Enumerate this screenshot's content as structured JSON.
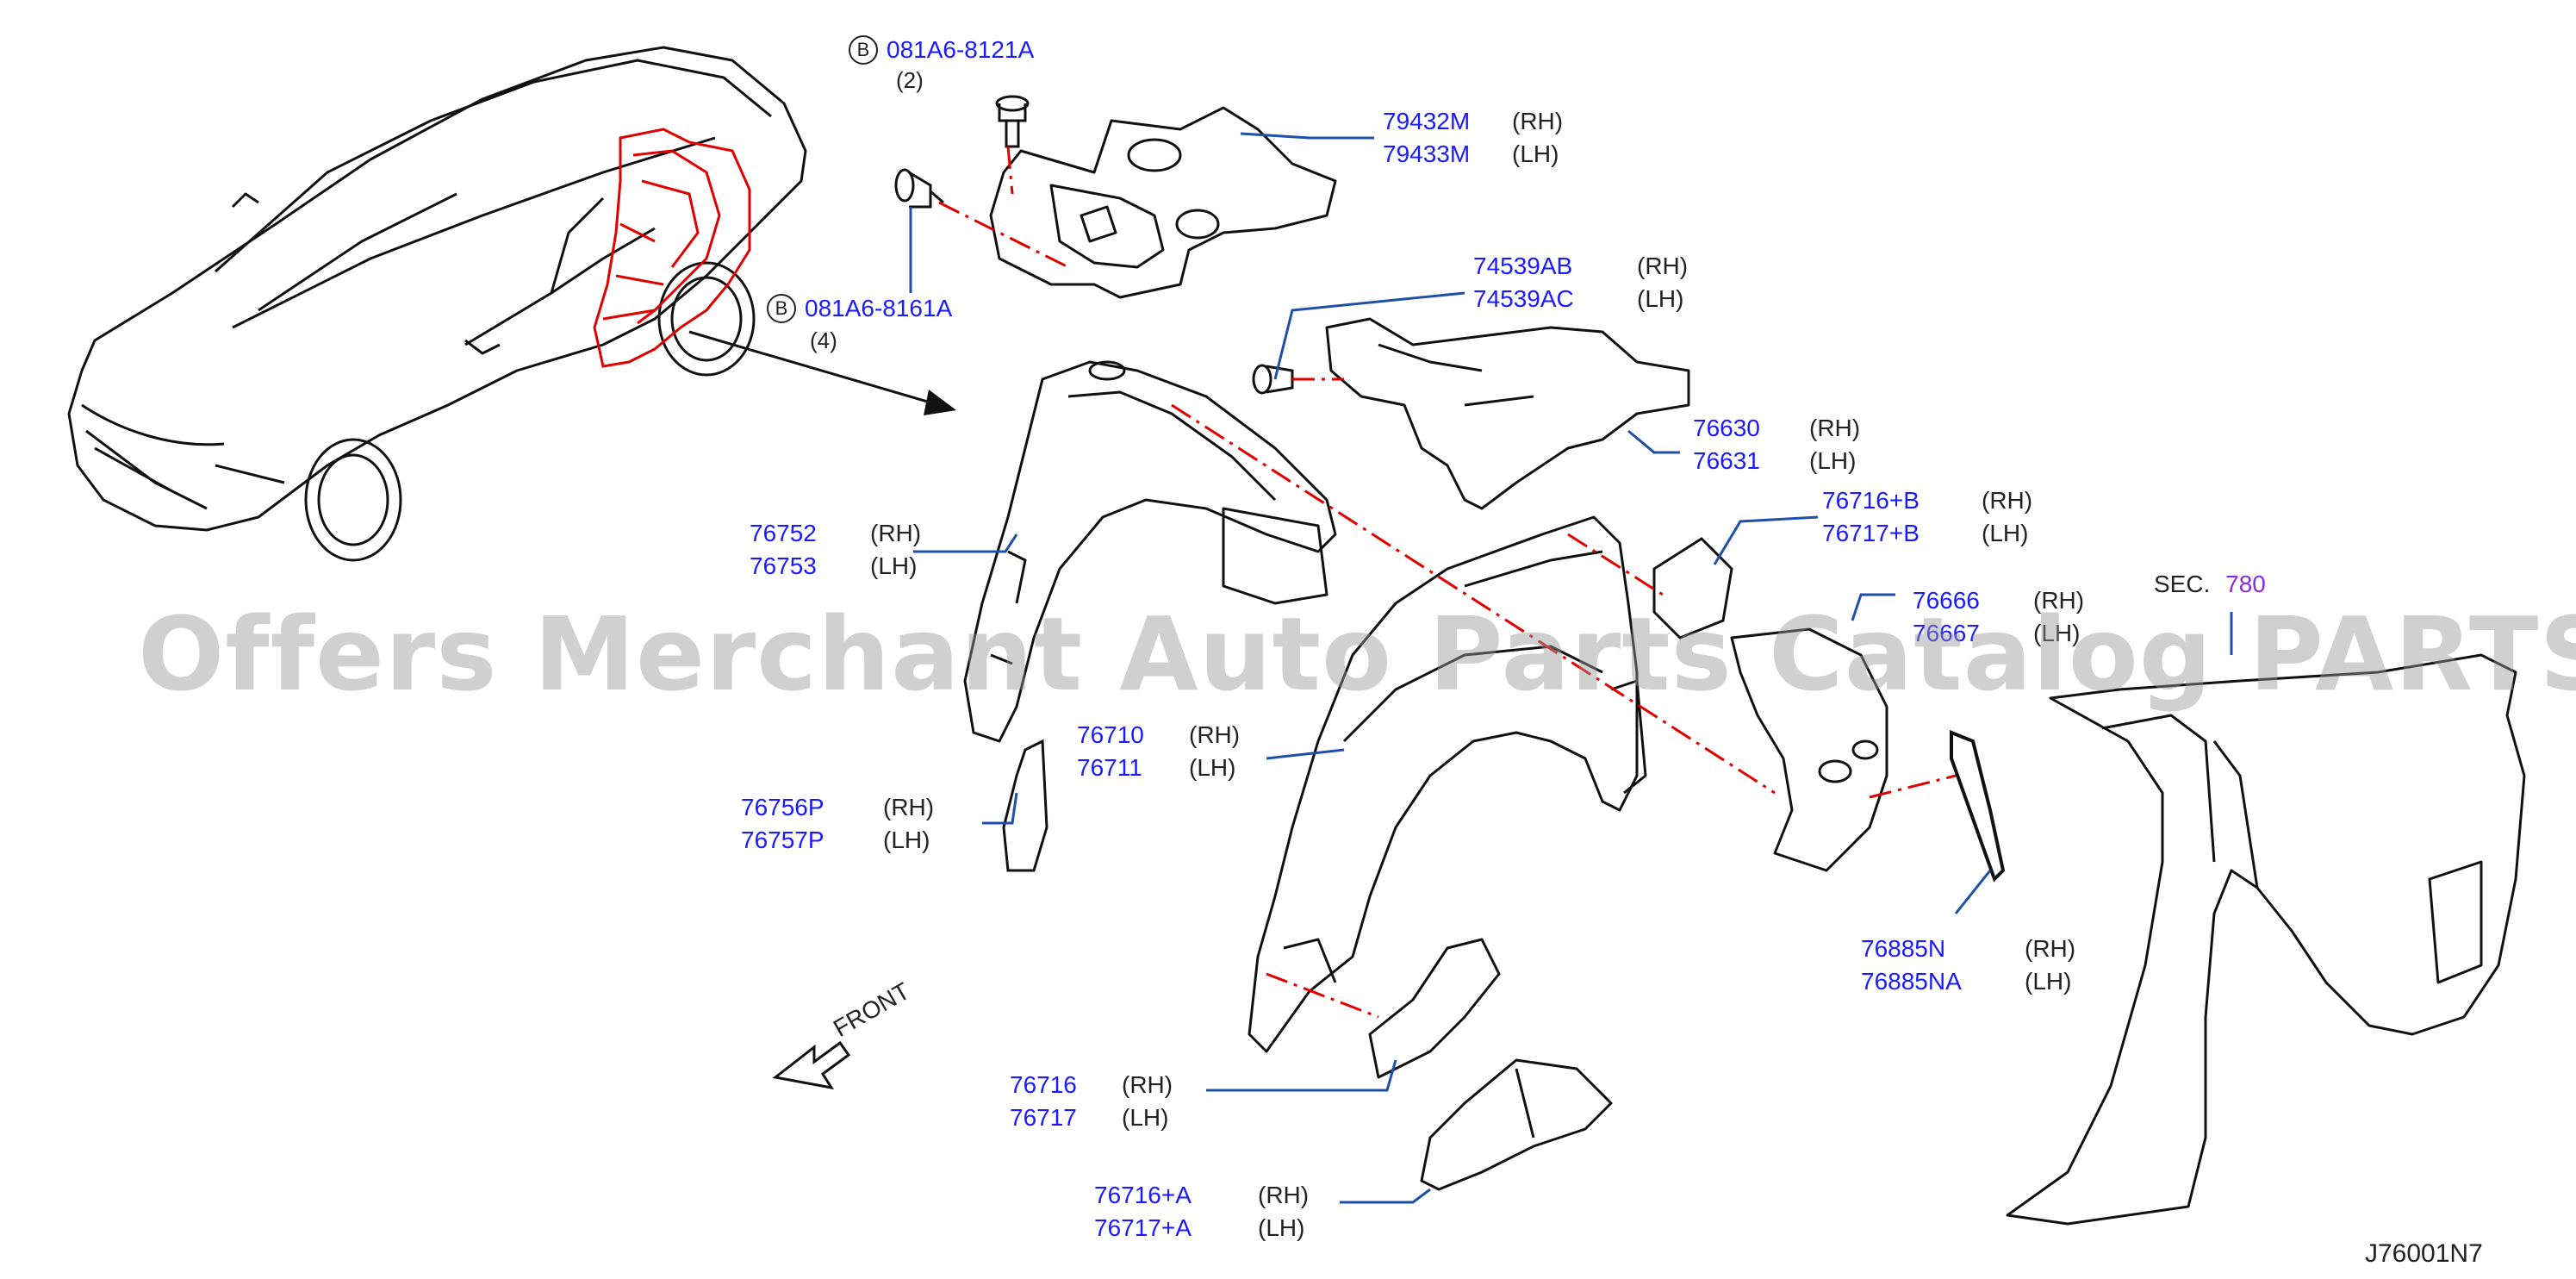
{
  "watermark": "Offers Merchant Auto Parts Catalog PARTSTORE.SA",
  "diagram_code": "J76001N7",
  "front_label": "FRONT",
  "section_ref": {
    "prefix": "SEC.",
    "number": "780",
    "number_color": "#8a2be2"
  },
  "bolts": [
    {
      "badge": "B",
      "part": "081A6-8121A",
      "qty": "(2)"
    },
    {
      "badge": "B",
      "part": "081A6-8161A",
      "qty": "(4)"
    }
  ],
  "callouts": [
    {
      "rows": [
        {
          "part": "79432M",
          "side": "(RH)"
        },
        {
          "part": "79433M",
          "side": "(LH)"
        }
      ]
    },
    {
      "rows": [
        {
          "part": "74539AB",
          "side": "(RH)"
        },
        {
          "part": "74539AC",
          "side": "(LH)"
        }
      ]
    },
    {
      "rows": [
        {
          "part": "76630",
          "side": "(RH)"
        },
        {
          "part": "76631",
          "side": "(LH)"
        }
      ]
    },
    {
      "rows": [
        {
          "part": "76716+B",
          "side": "(RH)"
        },
        {
          "part": "76717+B",
          "side": "(LH)"
        }
      ]
    },
    {
      "rows": [
        {
          "part": "76666",
          "side": "(RH)"
        },
        {
          "part": "76667",
          "side": "(LH)"
        }
      ]
    },
    {
      "rows": [
        {
          "part": "76752",
          "side": "(RH)"
        },
        {
          "part": "76753",
          "side": "(LH)"
        }
      ]
    },
    {
      "rows": [
        {
          "part": "76710",
          "side": "(RH)"
        },
        {
          "part": "76711",
          "side": "(LH)"
        }
      ]
    },
    {
      "rows": [
        {
          "part": "76756P",
          "side": "(RH)"
        },
        {
          "part": "76757P",
          "side": "(LH)"
        }
      ]
    },
    {
      "rows": [
        {
          "part": "76885N",
          "side": "(RH)"
        },
        {
          "part": "76885NA",
          "side": "(LH)"
        }
      ]
    },
    {
      "rows": [
        {
          "part": "76716",
          "side": "(RH)"
        },
        {
          "part": "76717",
          "side": "(LH)"
        }
      ]
    },
    {
      "rows": [
        {
          "part": "76716+A",
          "side": "(RH)"
        },
        {
          "part": "76717+A",
          "side": "(LH)"
        }
      ]
    }
  ],
  "colors": {
    "part_number": "#1a1aff",
    "leader_line": "#1f4fa8",
    "highlight": "#e00000",
    "outline": "#111111"
  }
}
